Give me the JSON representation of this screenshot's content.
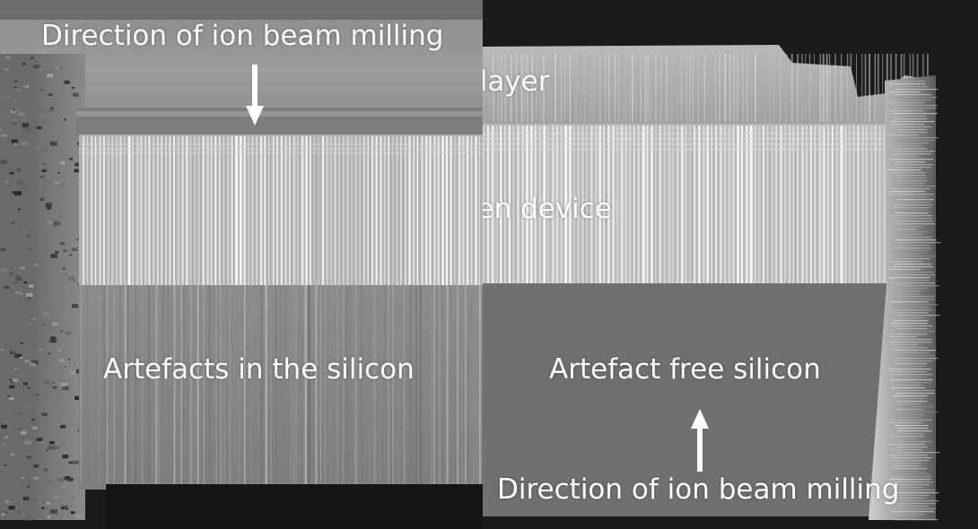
{
  "figure": {
    "left_panel": {
      "label_top": "Direction of ion beam milling",
      "label_bottom": "Artefacts in the silicon"
    },
    "center_labels": {
      "pt_layer": "Pt layer",
      "tungsten_device": "Tungsten device"
    },
    "right_panel": {
      "label_middle": "Artefact free silicon",
      "label_bottom": "Direction of ion beam milling"
    }
  },
  "colors": {
    "background": "#1a1a1a",
    "silicon_left": "#858585",
    "silicon_right": "#6e6e6e",
    "pt_layer": "#a6a6a6",
    "device": "#bdbdbd",
    "text": "#ffffff"
  }
}
